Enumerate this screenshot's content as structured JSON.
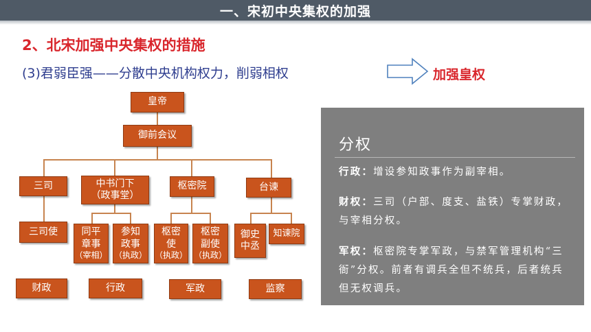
{
  "header": {
    "banner_title": "一、宋初中央集权的加强"
  },
  "section": {
    "title": "2、北宋加强中央集权的措施",
    "subtitle": "(3)君弱臣强——分散中央机构权力，削弱相权",
    "result": "加强皇权"
  },
  "org_chart": {
    "emperor": "皇帝",
    "council": "御前会议",
    "sansi": "三司",
    "zhongshu_line1": "中书门下",
    "zhongshu_line2": "（政事堂）",
    "shumiyuan": "枢密院",
    "taijian": "台谏",
    "sansi_shi": "三司使",
    "tongping_line1": "同平",
    "tongping_line2": "章事",
    "tongping_line3": "（宰相）",
    "canzhi_line1": "参知",
    "canzhi_line2": "政事",
    "canzhi_line3": "（执政）",
    "shumi_shi_line1": "枢密",
    "shumi_shi_line2": "使",
    "shumi_shi_line3": "（执政）",
    "shumi_fushi_line1": "枢密",
    "shumi_fushi_line2": "副使",
    "shumi_fushi_line3": "（执政）",
    "yushi_line1": "御史",
    "yushi_line2": "中丞",
    "zhijianyuan": "知谏院",
    "cat_finance": "财政",
    "cat_admin": "行政",
    "cat_military": "军政",
    "cat_supervision": "监察"
  },
  "panel": {
    "heading": "分权",
    "admin_label": "行政：",
    "admin_text": "增设参知政事作为副宰相。",
    "finance_label": "财权：",
    "finance_text": "三司（户部、度支、盐铁）专掌财政，与宰相分权。",
    "military_label": "军权：",
    "military_text": "枢密院专掌军政，与禁军管理机构“三衙”分权。前者有调兵全但不统兵，后者统兵但无权调兵。"
  },
  "colors": {
    "accent_red": "#d9262c",
    "banner_bg": "#4f5a66",
    "box_fill": "#c9541d",
    "panel_bg": "#7f7f7f",
    "subtitle_blue": "#2f3e8f"
  }
}
